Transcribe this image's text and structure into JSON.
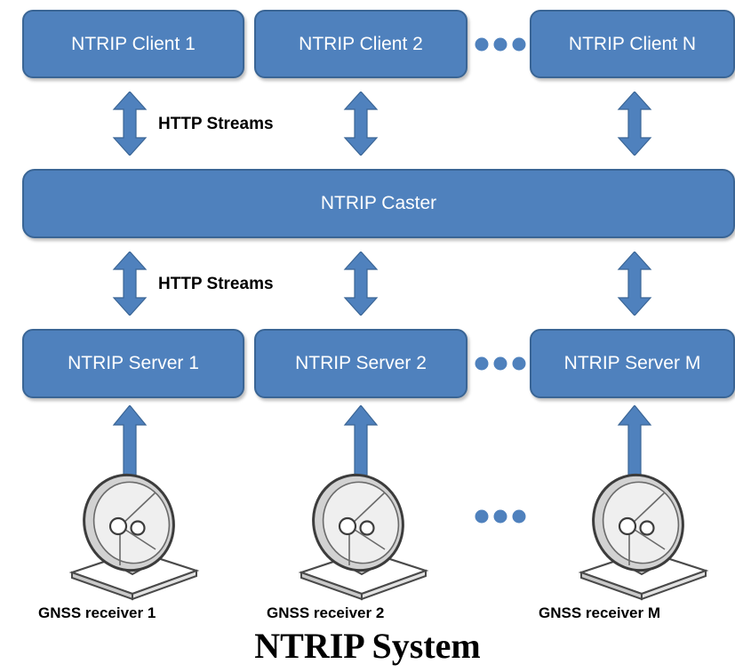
{
  "colors": {
    "box_fill": "#4f81bd",
    "box_border": "#3a6595",
    "arrow_fill": "#4f81bd",
    "dot_fill": "#4f81bd"
  },
  "clients": {
    "items": [
      {
        "label": "NTRIP Client 1"
      },
      {
        "label": "NTRIP Client 2"
      },
      {
        "label": "NTRIP Client N"
      }
    ]
  },
  "caster": {
    "label": "NTRIP Caster"
  },
  "servers": {
    "items": [
      {
        "label": "NTRIP Server 1"
      },
      {
        "label": "NTRIP Server 2"
      },
      {
        "label": "NTRIP Server M"
      }
    ]
  },
  "streams": {
    "upper_label": "HTTP Streams",
    "lower_label": "HTTP Streams"
  },
  "receivers": {
    "items": [
      {
        "label": "GNSS receiver 1"
      },
      {
        "label": "GNSS receiver 2"
      },
      {
        "label": "GNSS receiver M"
      }
    ]
  },
  "title": "NTRIP System"
}
